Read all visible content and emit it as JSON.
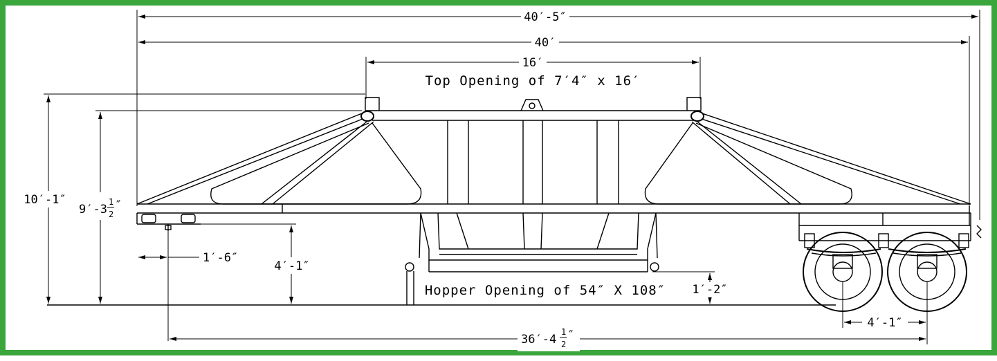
{
  "colors": {
    "border": "#3aa63c",
    "line": "#000000"
  },
  "dimensions": {
    "overall_length": "40′-5″",
    "body_length": "40′",
    "top_span": "16′",
    "overall_height": "10′-1″",
    "body_height_main": "9′-3",
    "body_height_frac_num": "1",
    "body_height_frac_den": "2",
    "body_height_suffix": "″",
    "kingpin_setback": "1′-6″",
    "deck_height": "4′-1″",
    "hopper_clearance": "1′-2″",
    "axle_spread": "4′-1″",
    "kingpin_to_axle_main": "36′-4",
    "kingpin_to_axle_frac_num": "1",
    "kingpin_to_axle_frac_den": "2",
    "kingpin_to_axle_suffix": "″"
  },
  "labels": {
    "top_opening": "Top Opening of 7′4″ x 16′",
    "hopper_opening": "Hopper Opening of 54″ X 108″"
  }
}
